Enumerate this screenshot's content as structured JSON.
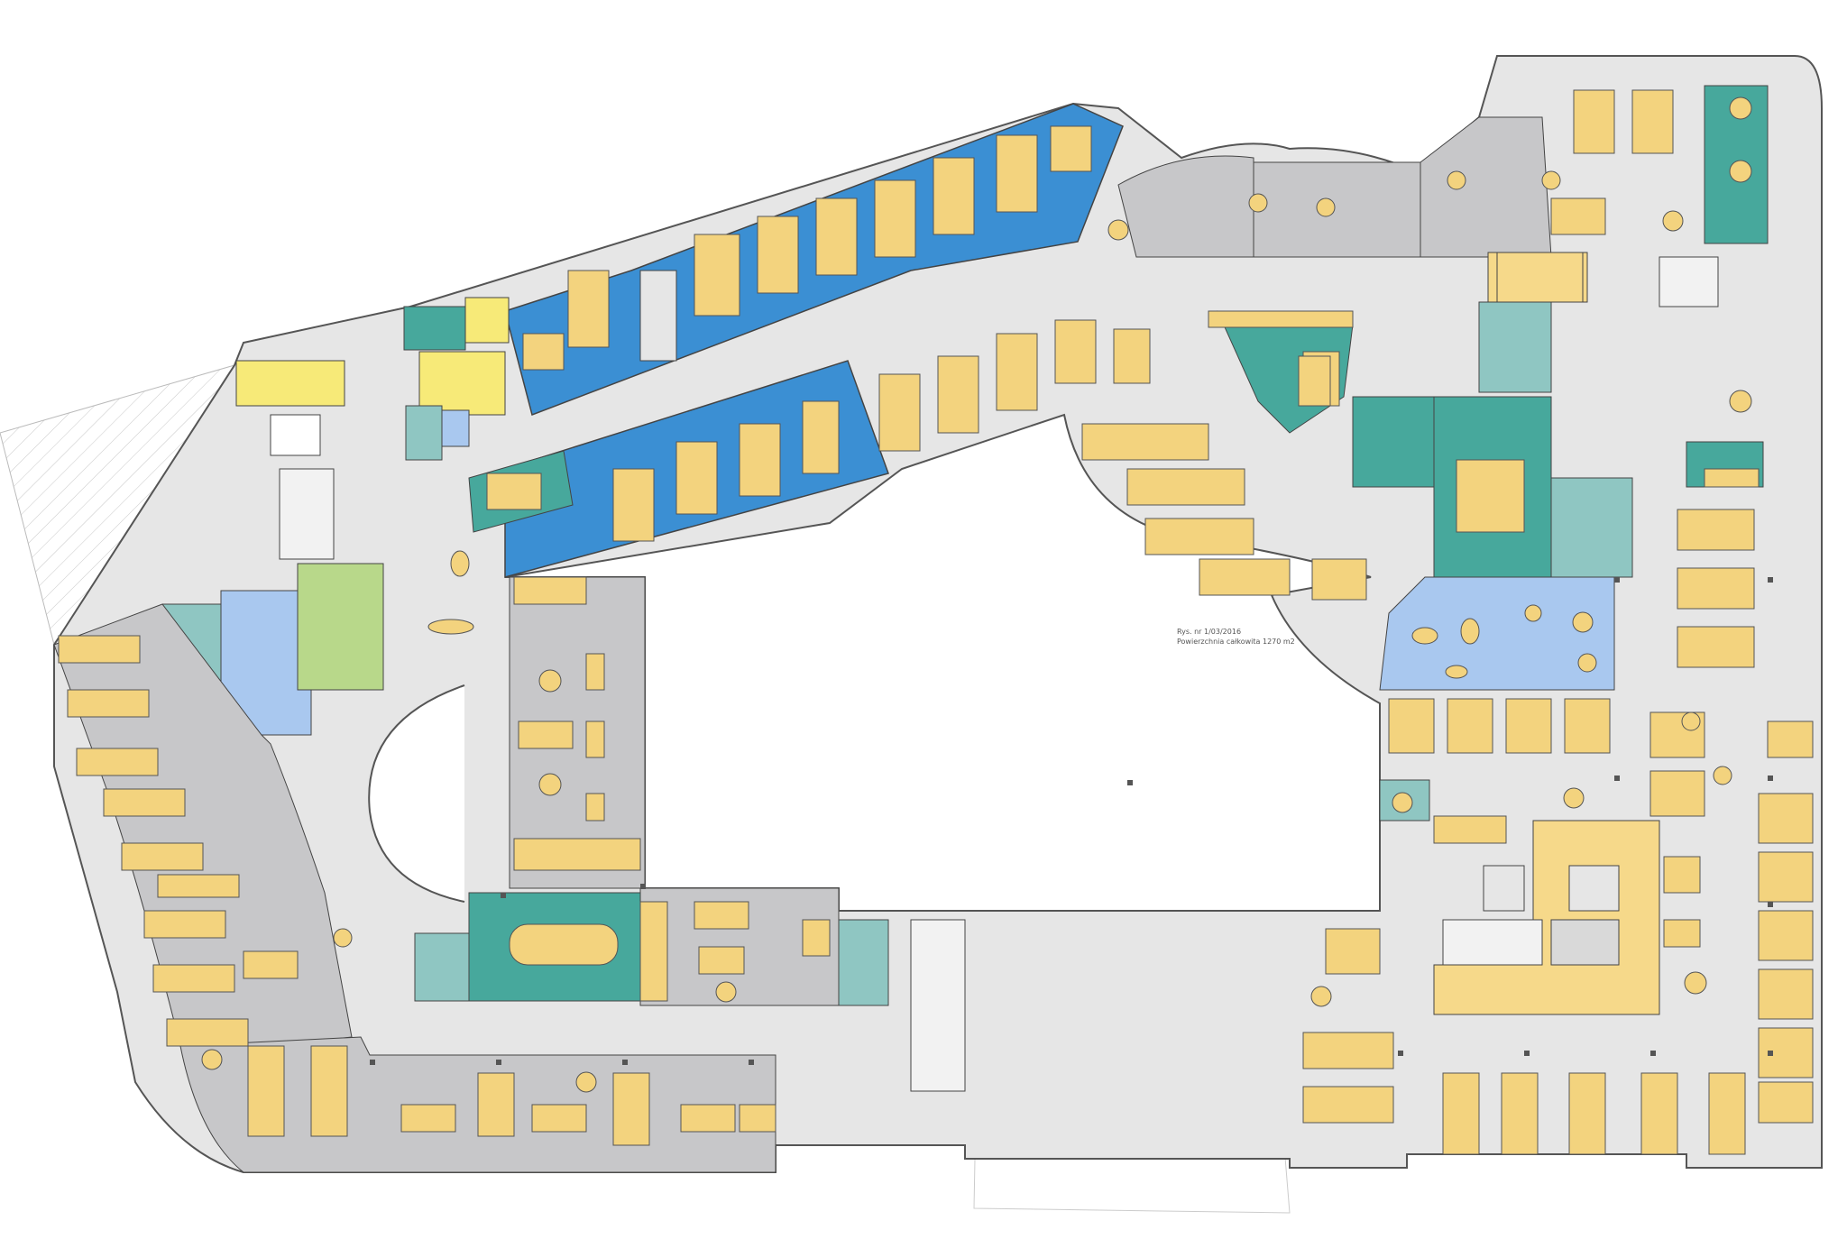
{
  "plan": {
    "annotation_lines": [
      "Rys. nr 1/03/2016",
      "Powierzchnia całkowita 1270 m2"
    ],
    "colors": {
      "background": "#ffffff",
      "corridor": "#e6e6e6",
      "office_grey": "#c7c7c9",
      "open_space_blue": "#3b8fd3",
      "lounge_blue": "#a9c8ef",
      "meeting_teal": "#47a89c",
      "light_teal": "#8fc6c2",
      "desk_yellow": "#f3d37e",
      "core_yellow": "#f6d98a",
      "service_yellow": "#f7ea78",
      "green_zone": "#b8d88a",
      "wall": "#555555",
      "hatch": "#c8c8c8"
    },
    "zones": [
      "open-space-north",
      "open-space-center",
      "meeting-rooms",
      "lounge",
      "private-offices",
      "service-core",
      "east-workstations",
      "south-offices",
      "west-offices",
      "courtyard"
    ]
  }
}
